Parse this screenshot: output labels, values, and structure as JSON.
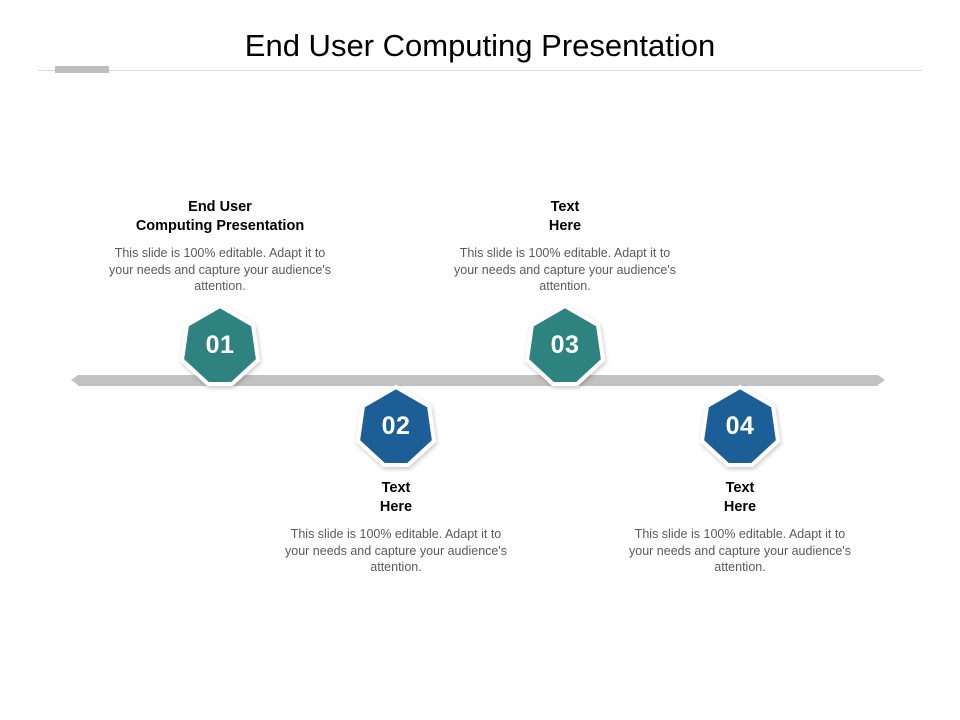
{
  "slide": {
    "title": "End User Computing Presentation",
    "background_color": "#FFFFFF",
    "rule_color": "#D9D9D9",
    "rule_accent_color": "#BFBFBF",
    "timeline_bar_color": "#C2C2C2"
  },
  "colors": {
    "teal": "#2E8380",
    "blue": "#1C5E96",
    "badge_stroke": "#FFFFFF",
    "heading_text": "#000000",
    "body_text": "#5A5A5A",
    "badge_text": "#FFFFFF"
  },
  "badges": [
    {
      "number": "01",
      "color": "#2E8380",
      "position": "above"
    },
    {
      "number": "02",
      "color": "#1C5E96",
      "position": "below"
    },
    {
      "number": "03",
      "color": "#2E8380",
      "position": "above"
    },
    {
      "number": "04",
      "color": "#1C5E96",
      "position": "below"
    }
  ],
  "blocks": [
    {
      "heading": "End User\nComputing Presentation",
      "body": "This slide is 100% editable. Adapt it to your needs and capture your audience's attention."
    },
    {
      "heading": "Text\nHere",
      "body": "This slide is 100% editable. Adapt it to your needs and capture your audience's attention."
    },
    {
      "heading": "Text\nHere",
      "body": "This slide is 100% editable. Adapt it to your needs and capture your audience's attention."
    },
    {
      "heading": "Text\nHere",
      "body": "This slide is 100% editable. Adapt it to your needs and capture your audience's attention."
    }
  ]
}
